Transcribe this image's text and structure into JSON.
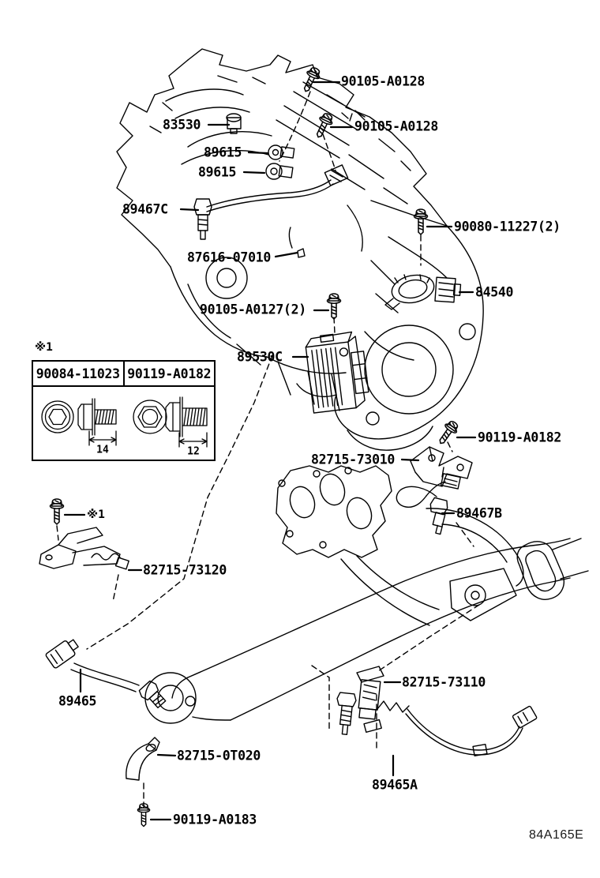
{
  "diagram": {
    "code": "84A165E",
    "background": "#ffffff",
    "line_color": "#000000"
  },
  "callouts": {
    "bolt_90105_a0128_upper": "90105-A0128",
    "bolt_90105_a0128_lower": "90105-A0128",
    "switch_83530": "83530",
    "knock_sensor_upper": "89615",
    "knock_sensor_lower": "89615",
    "oxygen_sensor_89467c": "89467C",
    "bolt_90080_11227": "90080-11227(2)",
    "neutral_switch_84540": "84540",
    "wire_87616_07010": "87616-07010",
    "bolt_90105_a0127": "90105-A0127(2)",
    "engine_control_module_89530c": "89530C",
    "bolt_90119_a0182": "90119-A0182",
    "bracket_82715_73010": "82715-73010",
    "oxygen_sensor_89467b": "89467B",
    "bracket_82715_73120": "82715-73120",
    "oxygen_sensor_89465": "89465",
    "bracket_82715_0t020": "82715-0T020",
    "bolt_90119_a0183": "90119-A0183",
    "bracket_82715_73110": "82715-73110",
    "oxygen_sensor_89465a": "89465A"
  },
  "reference_note": {
    "marker_table": "※1",
    "marker_bracket": "※1"
  },
  "ref_table": {
    "columns": [
      {
        "part": "90084-11023",
        "shank_length_mm": "14"
      },
      {
        "part": "90119-A0182",
        "shank_length_mm": "12"
      }
    ]
  }
}
